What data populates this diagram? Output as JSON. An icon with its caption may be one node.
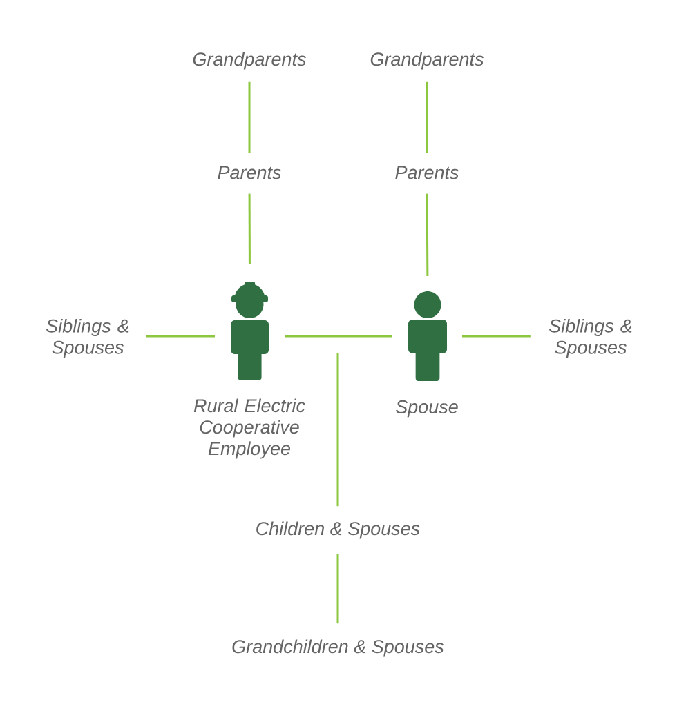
{
  "diagram": {
    "nodes": [
      {
        "text": [
          "Grandparents"
        ]
      },
      {
        "text": [
          "Grandparents"
        ]
      },
      {
        "text": [
          "Parents"
        ]
      },
      {
        "text": [
          "Parents"
        ]
      },
      {
        "text": [
          "Siblings & Spouses"
        ]
      },
      {
        "text": [],
        "shape": "person",
        "beside": [
          "Rural Electric Cooperative Employee"
        ]
      },
      {
        "text": [],
        "shape": "person",
        "beside": [
          "Spouse"
        ]
      },
      {
        "text": [
          "Siblings & Spouses"
        ]
      },
      {
        "text": [
          "Children & Spouses"
        ]
      },
      {
        "text": [
          "Grandchildren & Spouses"
        ]
      }
    ],
    "edges": [
      {
        "from": 0,
        "to": 2,
        "arrow": "none"
      },
      {
        "from": 1,
        "to": 3,
        "arrow": "none"
      },
      {
        "from": 2,
        "to": 5,
        "arrow": "none"
      },
      {
        "from": 3,
        "to": 6,
        "arrow": "none"
      },
      {
        "from": 4,
        "to": 5,
        "arrow": "none"
      },
      {
        "from": 5,
        "to": 6,
        "arrow": "none"
      },
      {
        "from": 6,
        "to": 7,
        "arrow": "none"
      },
      {
        "from": null,
        "to": 8,
        "arrow": "none"
      },
      {
        "from": 8,
        "to": 9,
        "arrow": "none"
      }
    ]
  }
}
